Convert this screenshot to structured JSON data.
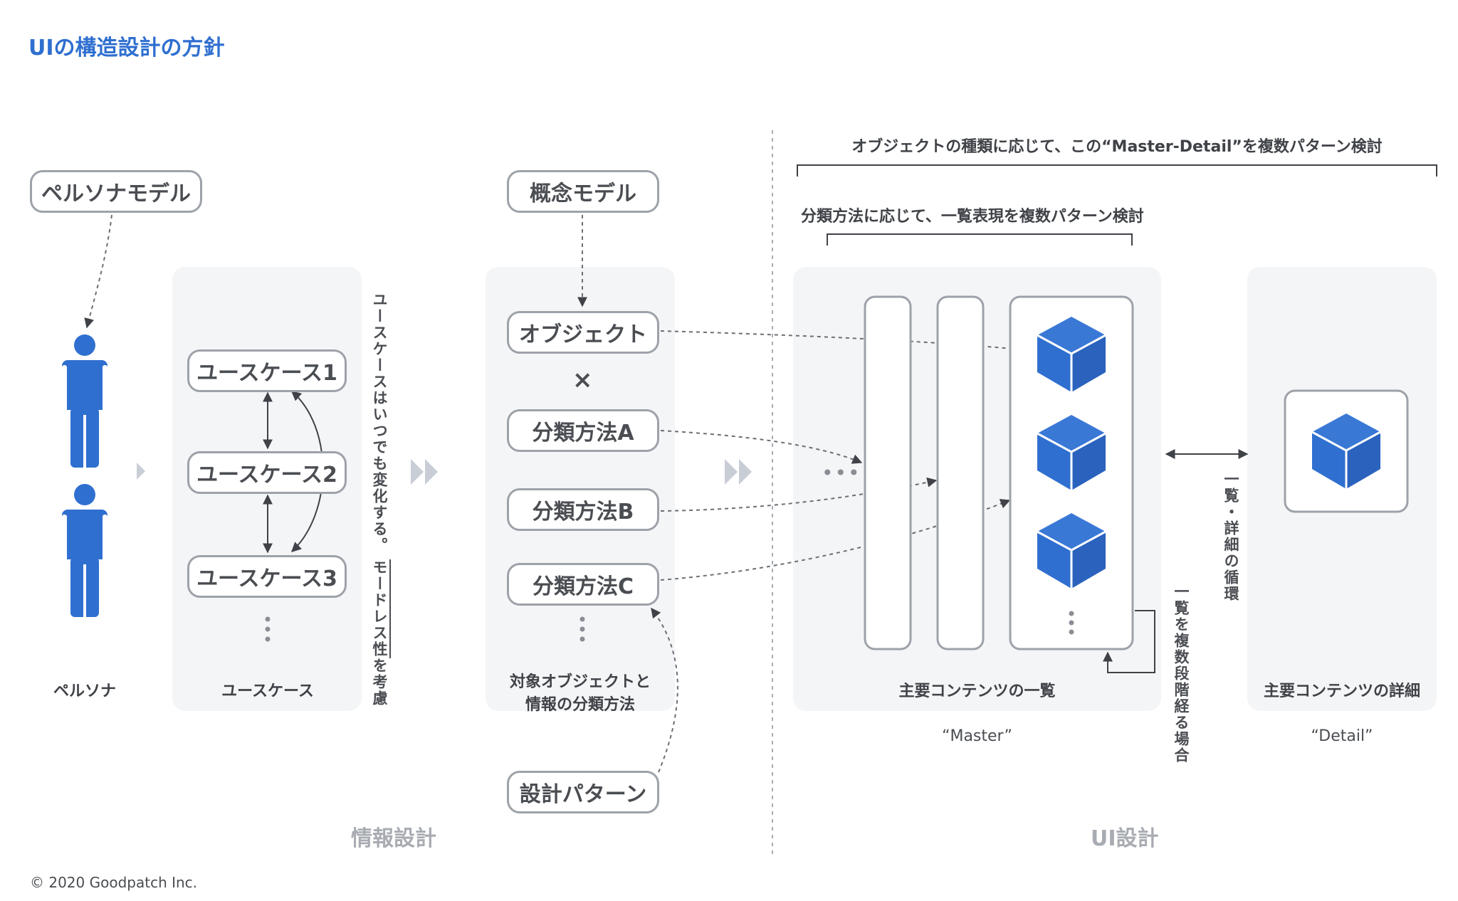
{
  "title": "UIの構造設計の方針",
  "copyright": "© 2020 Goodpatch Inc.",
  "persona": {
    "model_label": "ペルソナモデル",
    "caption": "ペルソナ"
  },
  "usecase": {
    "items": [
      "ユースケース1",
      "ユースケース2",
      "ユースケース3"
    ],
    "caption": "ユースケース",
    "note_1": "ユースケースはいつでも変化する。",
    "note_2": "モードレス性を考慮"
  },
  "info_design": {
    "concept_model": "概念モデル",
    "object": "オブジェクト",
    "times": "×",
    "methods": [
      "分類方法A",
      "分類方法B",
      "分類方法C"
    ],
    "caption_line1": "対象オブジェクトと",
    "caption_line2": "情報の分類方法",
    "design_pattern": "設計パターン",
    "section_label": "情報設計"
  },
  "ui_design": {
    "top_note": "オブジェクトの種類に応じて、この“Master-Detail”を複数パターン検討",
    "sub_note": "分類方法に応じて、一覧表現を複数パターン検討",
    "master_caption": "主要コンテンツの一覧",
    "master_quote": "“Master”",
    "detail_caption": "主要コンテンツの詳細",
    "detail_quote": "“Detail”",
    "cycle_note": "一覧・詳細の循環",
    "multi_step_note": "一覧を複数段階経る場合",
    "section_label": "UI設計"
  },
  "colors": {
    "accent": "#2f6fd0",
    "figure": "#2f6fd0",
    "border": "#9da2a9",
    "panel": "#f4f5f7",
    "text": "#4a4d52",
    "section": "#a8acb2"
  }
}
